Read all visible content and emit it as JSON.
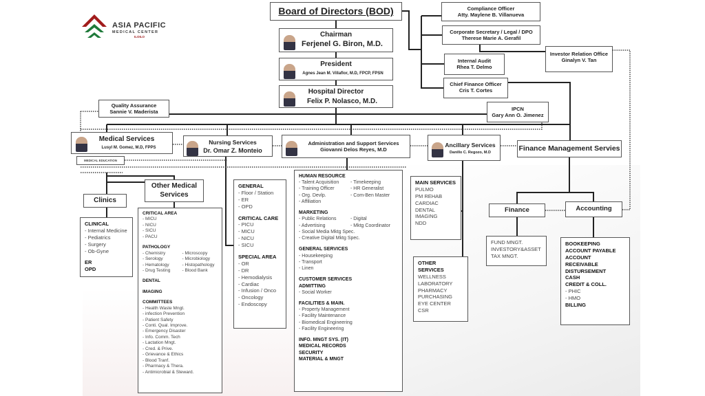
{
  "logo": {
    "name": "ASIA PACIFIC",
    "sub": "MEDICAL CENTER",
    "city": "ILOILO",
    "colors": {
      "red": "#a11c1c",
      "green": "#1f7a3a"
    }
  },
  "bod": "Board of Directors (BOD)",
  "chairman": {
    "title": "Chairman",
    "name": "Ferjenel G. Biron, M.D."
  },
  "president": {
    "title": "President",
    "name": "Agnes Jean M. Villaflor, M.D, FPCP, FPSN"
  },
  "director": {
    "title": "Hospital Director",
    "name": "Felix P. Nolasco, M.D."
  },
  "compliance": {
    "title": "Compliance Officer",
    "name": "Atty. Maylene B. Villanueva"
  },
  "corpsec": {
    "title": "Corporate Secretary / Legal / DPO",
    "name": "Therese Marie A. Gerafil"
  },
  "audit": {
    "title": "Internal Audit",
    "name": "Rhea T. Delmo"
  },
  "cfo": {
    "title": "Chief Finance Officer",
    "name": "Cris T. Cortes"
  },
  "investor": {
    "title": "Investor Relation Office",
    "name": "Ginalyn V. Tan"
  },
  "qa": {
    "title": "Quality Assurance",
    "name": "Sannie V. Maderista"
  },
  "ipcn": {
    "title": "IPCN",
    "name": "Gary Ann O. Jimenez"
  },
  "medical": {
    "title": "Medical Services",
    "name": "Lusyl M. Gomez, M.D, FPPS",
    "education": "MEDICAL EDUCATION"
  },
  "nursing": {
    "title": "Nursing Services",
    "name": "Dr. Omar Z. Monteio"
  },
  "admin": {
    "title": "Administration and Support Services",
    "name": "Giovanni Delos Reyes, M.D"
  },
  "ancillary": {
    "title": "Ancillary Services",
    "name": "Danillo C. Regozo, M.D"
  },
  "finmgmt": "Finance Management Servies",
  "clinics": {
    "title": "Clinics",
    "h1": "CLINICAL",
    "items": [
      "- Internal Medicine",
      "- Pediatrics",
      "- Surgery",
      "- Ob-Gyne"
    ],
    "h2": "ER",
    "h3": "OPD"
  },
  "othermed": {
    "title": "Other Medical Services",
    "critical": {
      "h": "CRITICAL AREA",
      "items": [
        "- MICU",
        "- NICU",
        "- SICU",
        "- PACU"
      ]
    },
    "pathology": {
      "h": "PATHOLOGY",
      "left": [
        "- Chemistry",
        "- Serology",
        "- Hematology",
        "- Drug Testing"
      ],
      "right": [
        "- Microscopy",
        "- Microbiology",
        "- Histopathology",
        "- Blood Bank"
      ]
    },
    "dental": "DENTAL",
    "imaging": "IMAGING",
    "committees": {
      "h": "COMMITTEES",
      "items": [
        "- Health Waste Mngt.",
        "- infection Prevention",
        "- Patient Safety",
        "- Conti. Qual. Improve.",
        "- Emergency Disaster",
        "- Info. Comm. Tech",
        "- Lactation Mngt.",
        "- Cred. & Prive.",
        "- Grievance & Ethics",
        "- Blood Tranf.",
        "- Pharmacy & Thera.",
        "- Antimicrobial & Steward."
      ]
    }
  },
  "nursinglist": {
    "general": {
      "h": "GENERAL",
      "items": [
        "- Floor / Station",
        "- ER",
        "- OPD"
      ]
    },
    "critical": {
      "h": "CRITICAL CARE",
      "items": [
        "- PICU",
        "- MICU",
        "- NICU",
        "- SICU"
      ]
    },
    "special": {
      "h": "SPECIAL AREA",
      "items": [
        "- OR",
        "- DR",
        "- Hemodialysis",
        "- Cardiac",
        "- Infusion / Onco",
        "- Oncology",
        "- Endoscopy"
      ]
    }
  },
  "adminlist": {
    "hr": {
      "h": "HUMAN RESOURCE",
      "left": [
        "- Talent Acquisition",
        "- Training Officer",
        "- Org. Devlp.",
        "- Affiliation"
      ],
      "right": [
        "- Timekeeping",
        "- HR Generalist",
        "- Com-Ben Master"
      ]
    },
    "mkt": {
      "h": "MARKETING",
      "left": [
        "- Public Relations",
        "- Advertising"
      ],
      "right": [
        "- Digital",
        "-  Mktg Coordinator"
      ],
      "items": [
        "- Social Media Mktg Spec.",
        "- Creative Digital Mktg Spec."
      ]
    },
    "gs": {
      "h": "GENERAL SERVICES",
      "items": [
        "- Housekeeping",
        "- Transport",
        "- Linen"
      ]
    },
    "cs": {
      "h": "CUSTOMER SERVICES",
      "h2": "ADMITTING",
      "items": [
        "- Social Worker"
      ]
    },
    "fac": {
      "h": "FACILITIES & MAIN.",
      "items": [
        "- Property Management",
        "- Facility Maintenance",
        "- Biomedical Engineering",
        "- Facility Engineering"
      ]
    },
    "tail": [
      "INFO. MNGT SYS. (IT)",
      "MEDICAL RECORDS",
      "SECURITY",
      "MATERIAL & MNGT"
    ]
  },
  "mainservices": {
    "h": "MAIN SERVICES",
    "items": [
      "PULMO",
      "PM REHAB",
      "CARDIAC",
      "DENTAL",
      "IMAGING",
      "NDD"
    ]
  },
  "otherservices": {
    "h": "OTHER SERVICES",
    "items": [
      "WELLNESS",
      "LABORATORY",
      "PHARMACY",
      "PURCHASING",
      "EYE CENTER",
      "CSR"
    ]
  },
  "finance": {
    "title": "Finance",
    "items": [
      "FUND MNGT.",
      "INVESTORY&ASSET",
      "TAX MNGT."
    ]
  },
  "accounting": {
    "title": "Accounting",
    "bold1": [
      "BOOKEEPING",
      "ACCOUNT PAYABLE",
      "ACCOUNT RECEIVABLE",
      "DISTURSEMENT",
      "CASH",
      "CREDIT & COLL."
    ],
    "sub": [
      "- PHIC",
      "- HMO"
    ],
    "bold2": "BILLING"
  }
}
